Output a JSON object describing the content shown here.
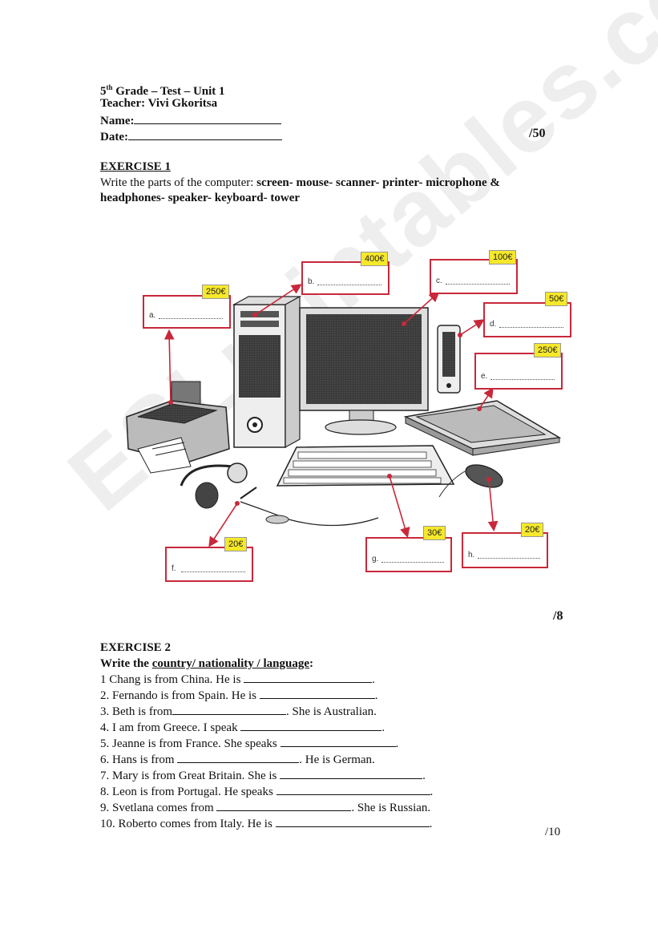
{
  "header": {
    "grade_num": "5",
    "grade_sup": "th",
    "grade_rest": " Grade – Test – Unit 1",
    "teacher": "Teacher: Vivi Gkoritsa",
    "name_label": "Name:",
    "date_label": "Date:",
    "total_score": "/50"
  },
  "exercise1": {
    "title": "EXERCISE 1",
    "instruction_plain": "Write the parts of the computer: ",
    "instruction_bold": "screen- mouse- scanner- printer- microphone & headphones- speaker- keyboard- tower",
    "labels": [
      {
        "letter": "a.",
        "price": "250€"
      },
      {
        "letter": "b.",
        "price": "400€"
      },
      {
        "letter": "c.",
        "price": "100€"
      },
      {
        "letter": "d.",
        "price": "50€"
      },
      {
        "letter": "e.",
        "price": "250€"
      },
      {
        "letter": "f.",
        "price": "20€"
      },
      {
        "letter": "g.",
        "price": "30€"
      },
      {
        "letter": "h.",
        "price": "20€"
      }
    ],
    "score": "/8"
  },
  "exercise2": {
    "title_prefix": "Write the ",
    "title_underlined": "country/ nationality / language",
    "title_suffix": ":",
    "title": "EXERCISE 2",
    "sentences": [
      {
        "before": "1 Chang is from China. He is ",
        "after": "."
      },
      {
        "before": "2. Fernando is from Spain. He is ",
        "after": "."
      },
      {
        "before": "3. Beth is from",
        "after": ". She is Australian."
      },
      {
        "before": "4. I am from Greece. I speak ",
        "after": "."
      },
      {
        "before": "5. Jeanne is from France. She speaks ",
        "after": "."
      },
      {
        "before": "6. Hans is from ",
        "after": ". He is German."
      },
      {
        "before": "7. Mary is from Great Britain. She is ",
        "after": "."
      },
      {
        "before": "8. Leon is from Portugal. He speaks ",
        "after": "."
      },
      {
        "before": "9. Svetlana comes from ",
        "after": ". She is Russian."
      },
      {
        "before": "10. Roberto comes from Italy. He is ",
        "after": "."
      }
    ],
    "score": "/10"
  },
  "watermark": "ESLprintables.com",
  "colors": {
    "label_border": "#c8283a",
    "price_bg": "#f6e82a",
    "arrow": "#c8283a"
  }
}
